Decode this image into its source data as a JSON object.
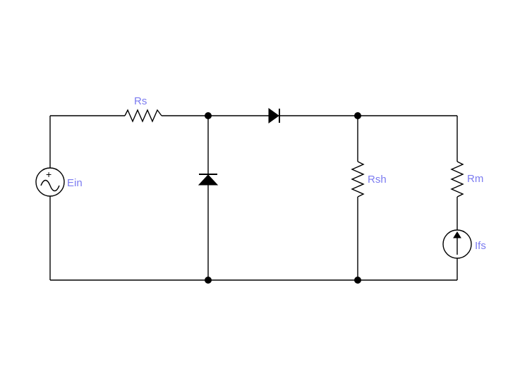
{
  "components": {
    "source": {
      "label": "Ein",
      "plus_sign": "+"
    },
    "series_resistor": {
      "label": "Rs"
    },
    "shunt_resistor": {
      "label": "Rsh"
    },
    "meter_resistor": {
      "label": "Rm"
    },
    "current_source": {
      "label": "Ifs"
    }
  },
  "colors": {
    "wire": "#000000",
    "label": "#7b7bf0",
    "background": "#ffffff"
  }
}
